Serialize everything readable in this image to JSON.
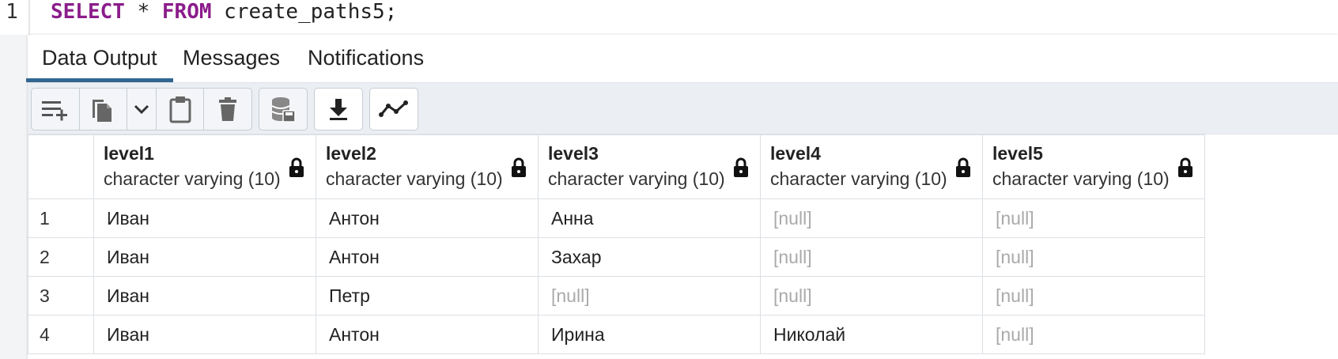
{
  "editor": {
    "line_number": "1",
    "sql_kw1": "SELECT",
    "sql_mid": " * ",
    "sql_kw2": "FROM",
    "sql_rest": " create_paths5;"
  },
  "tabs": [
    {
      "label": "Data Output",
      "active": true
    },
    {
      "label": "Messages",
      "active": false
    },
    {
      "label": "Notifications",
      "active": false
    }
  ],
  "toolbar": {
    "icons": [
      "add-row-icon",
      "copy-icon",
      "chevron-down-icon",
      "paste-icon",
      "delete-icon",
      "save-data-icon",
      "download-icon",
      "graph-icon"
    ]
  },
  "grid": {
    "columns": [
      {
        "name": "level1",
        "type": "character varying (10)"
      },
      {
        "name": "level2",
        "type": "character varying (10)"
      },
      {
        "name": "level3",
        "type": "character varying (10)"
      },
      {
        "name": "level4",
        "type": "character varying (10)"
      },
      {
        "name": "level5",
        "type": "character varying (10)"
      }
    ],
    "rows": [
      {
        "num": "1",
        "cells": [
          "Иван",
          "Антон",
          "Анна",
          "[null]",
          "[null]"
        ]
      },
      {
        "num": "2",
        "cells": [
          "Иван",
          "Антон",
          "Захар",
          "[null]",
          "[null]"
        ]
      },
      {
        "num": "3",
        "cells": [
          "Иван",
          "Петр",
          "[null]",
          "[null]",
          "[null]"
        ]
      },
      {
        "num": "4",
        "cells": [
          "Иван",
          "Антон",
          "Ирина",
          "Николай",
          "[null]"
        ]
      }
    ]
  },
  "colors": {
    "keyword": "#8b1c8b",
    "active_tab_underline": "#326690",
    "null_text": "#aaaaaa"
  }
}
